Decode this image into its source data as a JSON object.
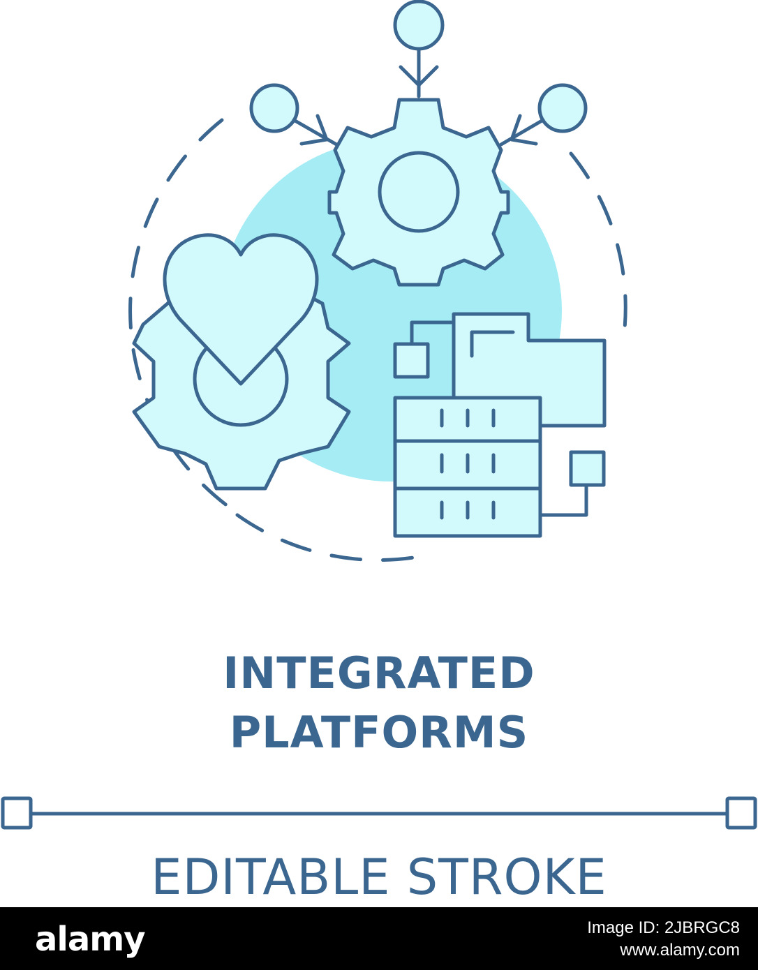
{
  "title": {
    "line1": "INTEGRATED",
    "line2": "PLATFORMS"
  },
  "subtitle": "EDITABLE STROKE",
  "footer": {
    "logo": "alamy",
    "image_id": "Image ID: 2JBRGC8",
    "url": "www.alamy.com"
  },
  "colors": {
    "stroke": "#3b668f",
    "fill_light": "#d2fafd",
    "fill_circle": "#a5ecf5",
    "text": "#3b668f",
    "footer_bg": "#000000"
  },
  "icons": [
    "gear-icon",
    "heart-gear-icon",
    "server-icon",
    "folder-icon",
    "node-icon"
  ]
}
